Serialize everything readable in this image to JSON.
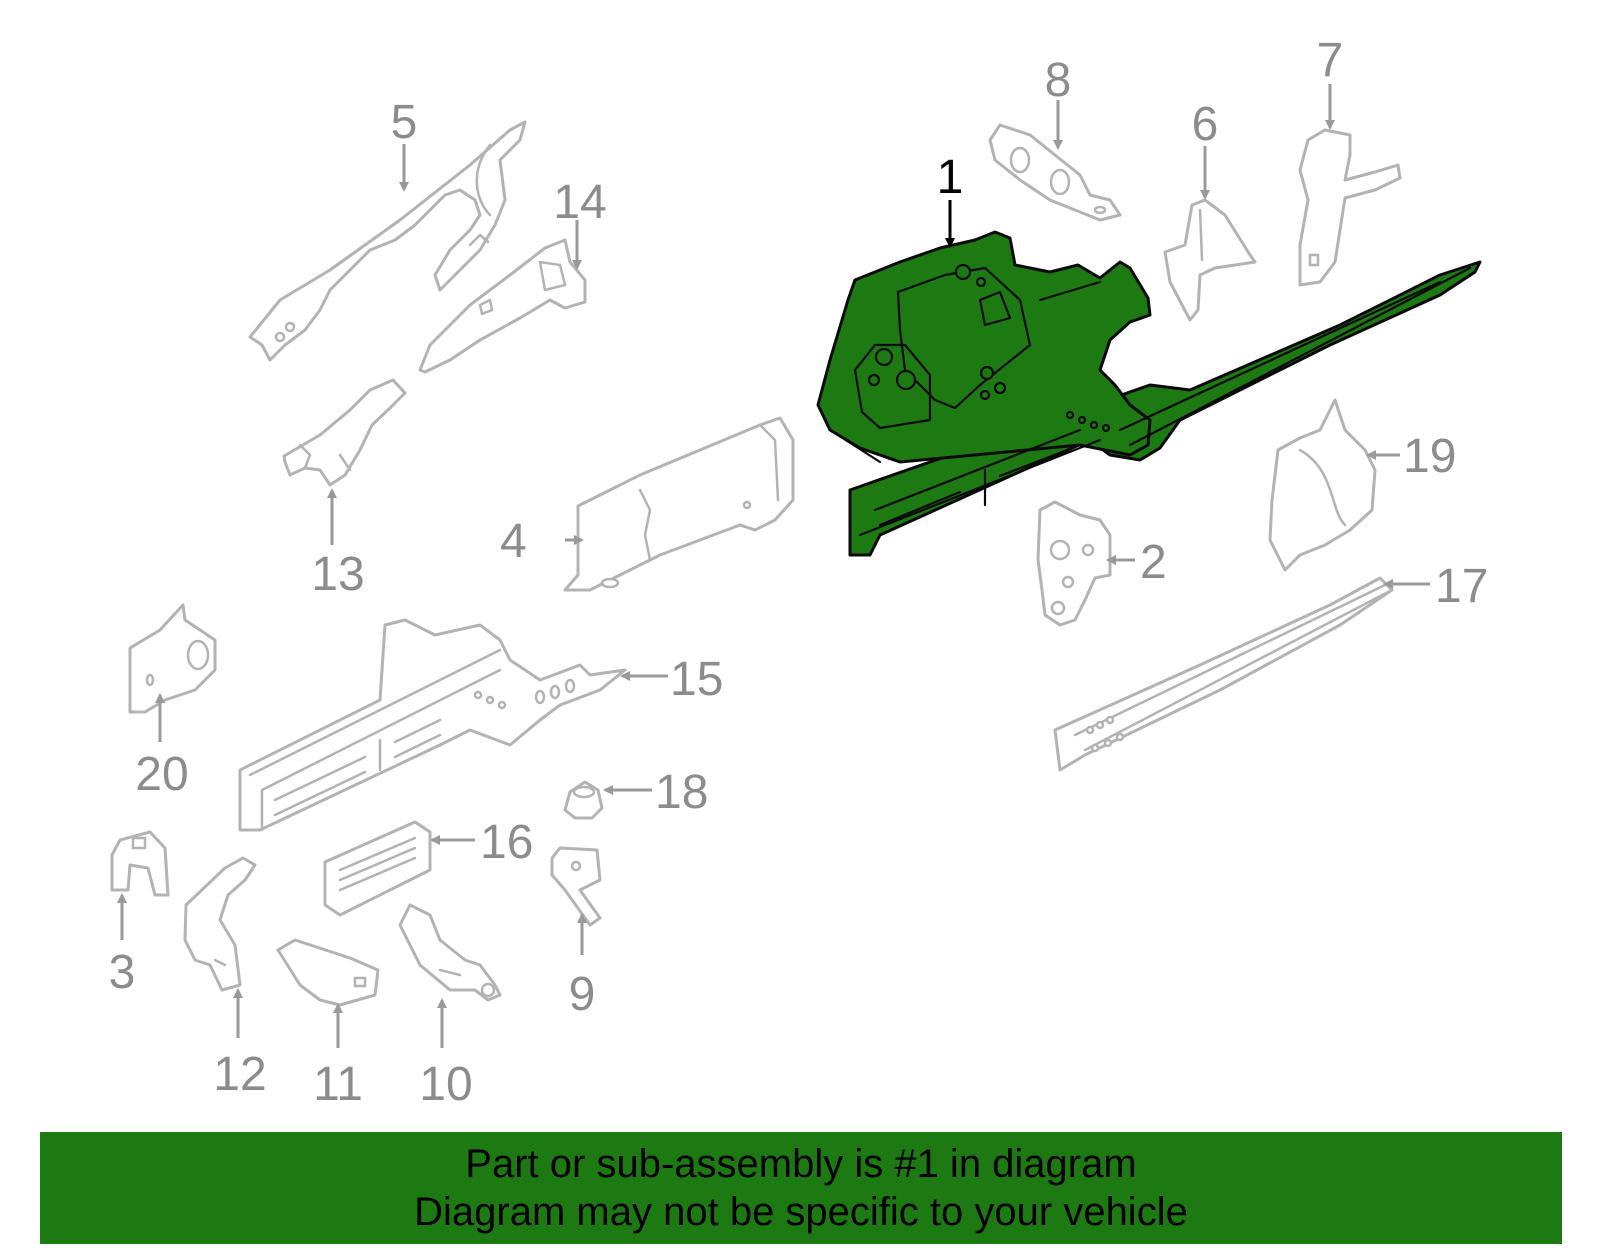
{
  "colors": {
    "highlight": "#1d7a12",
    "part_stroke": "#b3b3b3",
    "label": "#8c8c8c",
    "banner": "#1d7a12"
  },
  "callouts": {
    "p1": "1",
    "p2": "2",
    "p3": "3",
    "p4": "4",
    "p5": "5",
    "p6": "6",
    "p7": "7",
    "p8": "8",
    "p9": "9",
    "p10": "10",
    "p11": "11",
    "p12": "12",
    "p13": "13",
    "p14": "14",
    "p15": "15",
    "p16": "16",
    "p17": "17",
    "p18": "18",
    "p19": "19",
    "p20": "20"
  },
  "banner": {
    "line1": "Part or sub-assembly is #1 in diagram",
    "line2": "Diagram may not be specific to your vehicle"
  }
}
